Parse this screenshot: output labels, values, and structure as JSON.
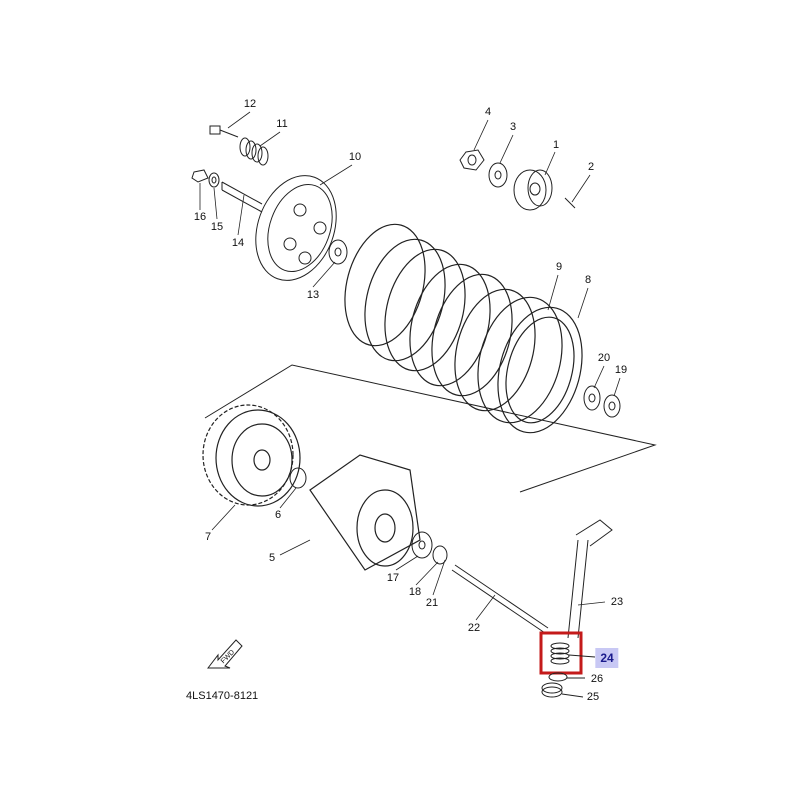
{
  "diagram": {
    "part_labels": [
      "1",
      "2",
      "3",
      "4",
      "5",
      "6",
      "7",
      "8",
      "9",
      "10",
      "11",
      "12",
      "13",
      "14",
      "15",
      "16",
      "17",
      "18",
      "19",
      "20",
      "21",
      "22",
      "23",
      "24",
      "25",
      "26"
    ],
    "highlighted_part": "24",
    "drawing_code": "4LS1470-8121",
    "fwd_label": "FWD",
    "highlight_color": "#c8c8f4",
    "frame_color": "#c41a1a"
  }
}
